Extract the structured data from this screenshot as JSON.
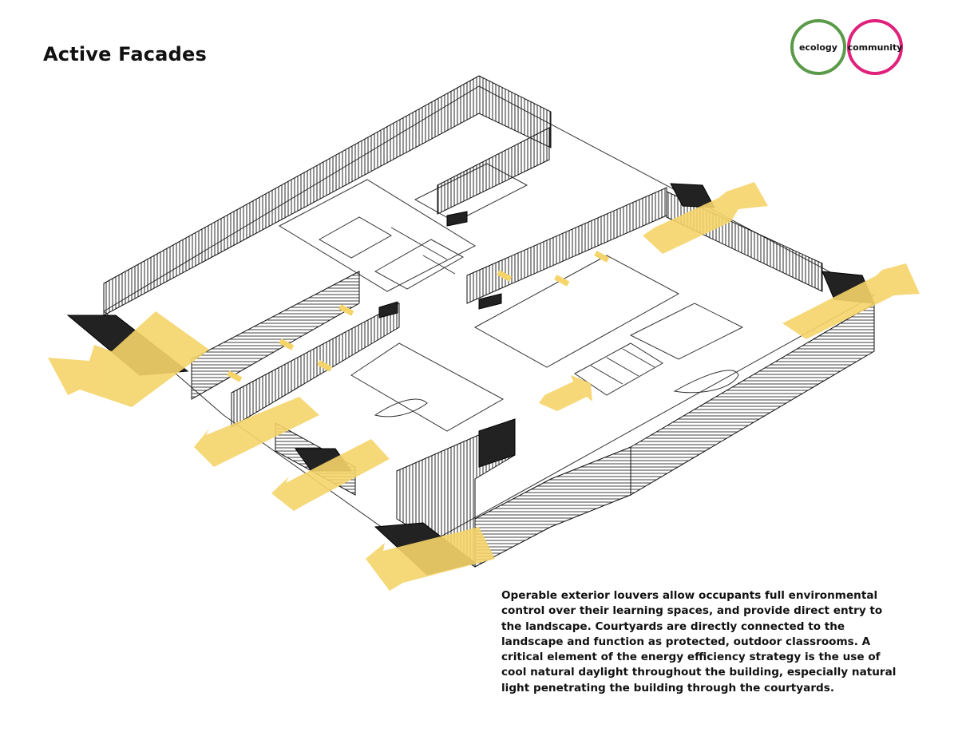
{
  "page": {
    "title": "Active Facades",
    "caption": "Operable exterior louvers allow occupants full environmental control over their learning spaces, and provide direct entry to the landscape. Courtyards are directly connected to the landscape and function as protected, outdoor classrooms. A critical element of the energy efficiency strategy is the use of cool natural daylight throughout the building, especially natural light penetrating the building through the courtyards."
  },
  "badges": {
    "ecology": "ecology",
    "community": "community"
  },
  "colors": {
    "ecology": "#5a9a48",
    "community": "#e0207a",
    "light_arrow": "#f5d46a",
    "linework": "#111111"
  },
  "diagram": {
    "type": "axonometric building diagram",
    "arrow_icon": "sunlight-arrow-icon",
    "louver_icon": "louver-panel-icon"
  }
}
